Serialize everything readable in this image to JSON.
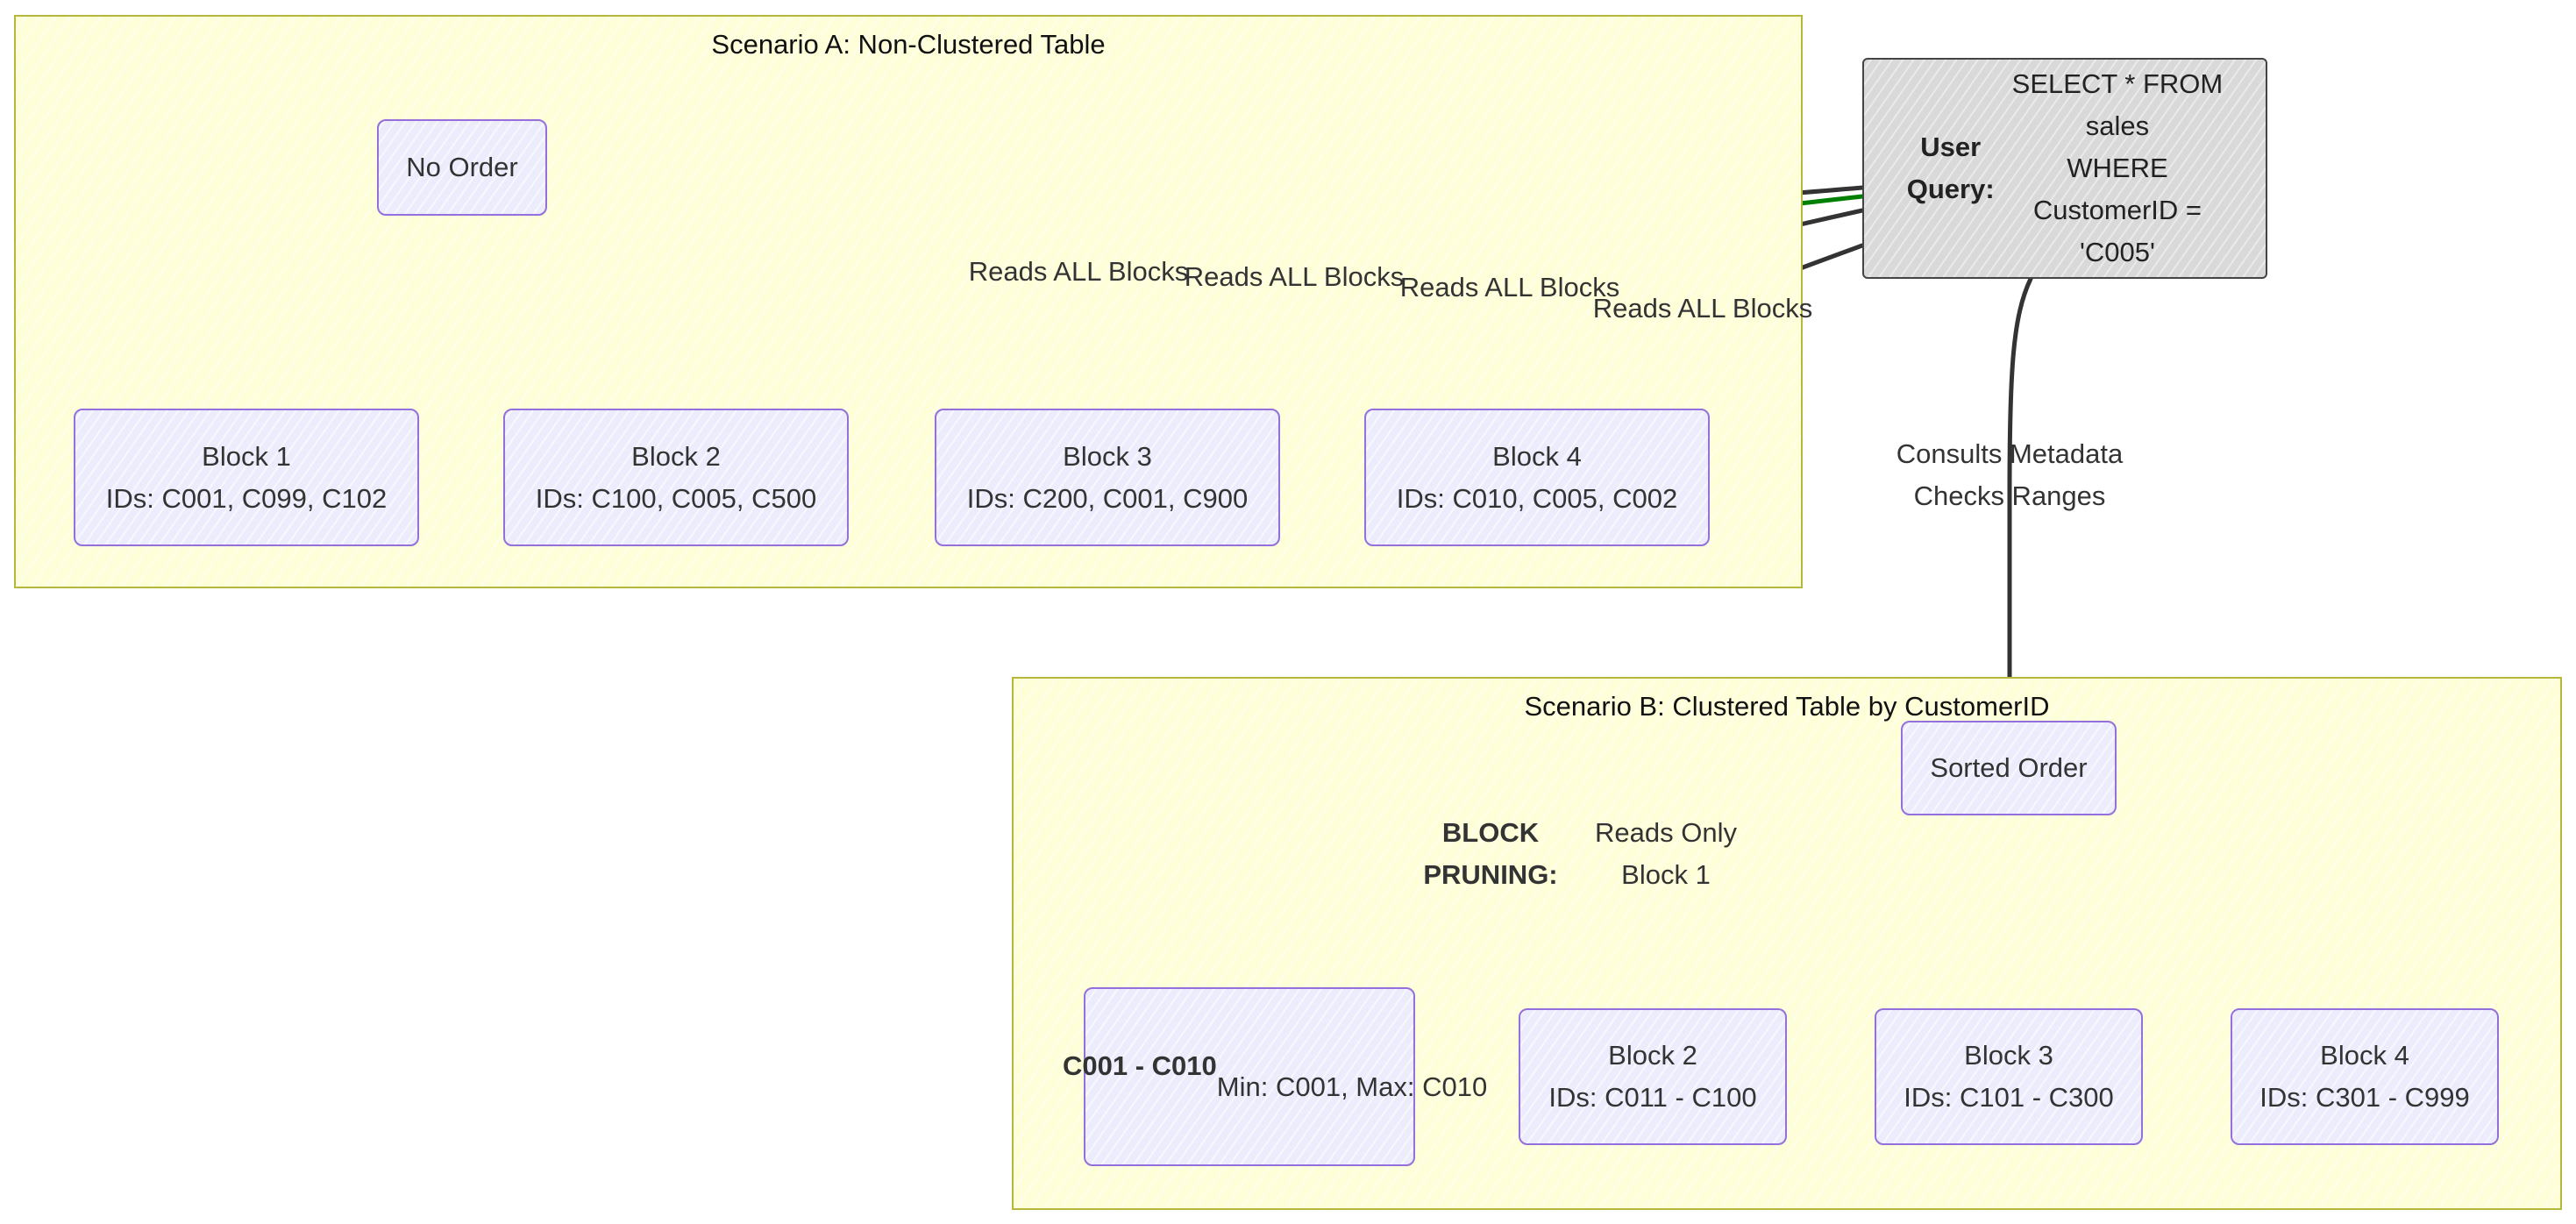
{
  "scenario_a": {
    "title": "Scenario A: Non-Clustered Table",
    "no_order": "No Order",
    "blocks": [
      {
        "name": "Block 1",
        "ids": "IDs: C001, C099, C102"
      },
      {
        "name": "Block 2",
        "ids": "IDs: C100, C005, C500"
      },
      {
        "name": "Block 3",
        "ids": "IDs: C200, C001, C900"
      },
      {
        "name": "Block 4",
        "ids": "IDs: C010, C005, C002"
      }
    ],
    "edge_label": "Reads ALL Blocks"
  },
  "user_query": {
    "label_line1": "User",
    "label_line2": "Query:",
    "query_lines": [
      "SELECT * FROM",
      "sales",
      "WHERE",
      "CustomerID =",
      "'C005'"
    ]
  },
  "metadata_edge": {
    "line1": "Consults Metadata",
    "line2": "Checks Ranges"
  },
  "scenario_b": {
    "title": "Scenario B: Clustered Table by CustomerID",
    "sorted_order": "Sorted Order",
    "block1_label": "C001 - C010",
    "block1_text": "Min: C001, Max: C010",
    "blocks": [
      {
        "name": "Block 2",
        "ids": "IDs: C011 - C100"
      },
      {
        "name": "Block 3",
        "ids": "IDs: C101 - C300"
      },
      {
        "name": "Block 4",
        "ids": "IDs: C301 - C999"
      }
    ],
    "pruning_label_line1": "BLOCK",
    "pruning_label_line2": "PRUNING:",
    "pruning_text_line1": "Reads Only",
    "pruning_text_line2": "Block 1"
  },
  "colors": {
    "cluster_fill": "#fefed8",
    "cluster_border": "#b5b83a",
    "node_fill": "#ececfd",
    "node_border": "#9370db",
    "query_fill": "#d9d9d9",
    "edge_dark": "#333333",
    "edge_green": "#008000",
    "edge_red": "#ff0000"
  }
}
